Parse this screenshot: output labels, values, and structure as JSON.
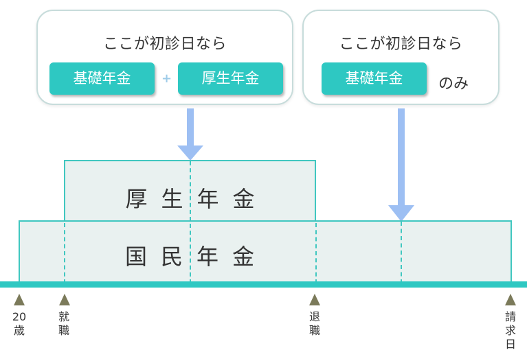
{
  "callouts": {
    "left": {
      "heading": "ここが初診日なら",
      "pill_1": "基礎年金",
      "plus": "+",
      "pill_2": "厚生年金"
    },
    "right": {
      "heading": "ここが初診日なら",
      "pill": "基礎年金",
      "suffix": "のみ"
    }
  },
  "bands": {
    "kosei": "厚生年金",
    "kokumin": "国民年金"
  },
  "timeline": [
    {
      "id": "age20",
      "label": "20歳"
    },
    {
      "id": "employment",
      "label": "就職"
    },
    {
      "id": "retirement",
      "label": "退職"
    },
    {
      "id": "claim",
      "label": "請求日"
    }
  ],
  "colors": {
    "teal": "#2ec8c2",
    "band_border": "#40c7c0",
    "band_fill": "#e9f1f0",
    "arrow": "#9dbff3",
    "tick": "#7b7a5a"
  }
}
